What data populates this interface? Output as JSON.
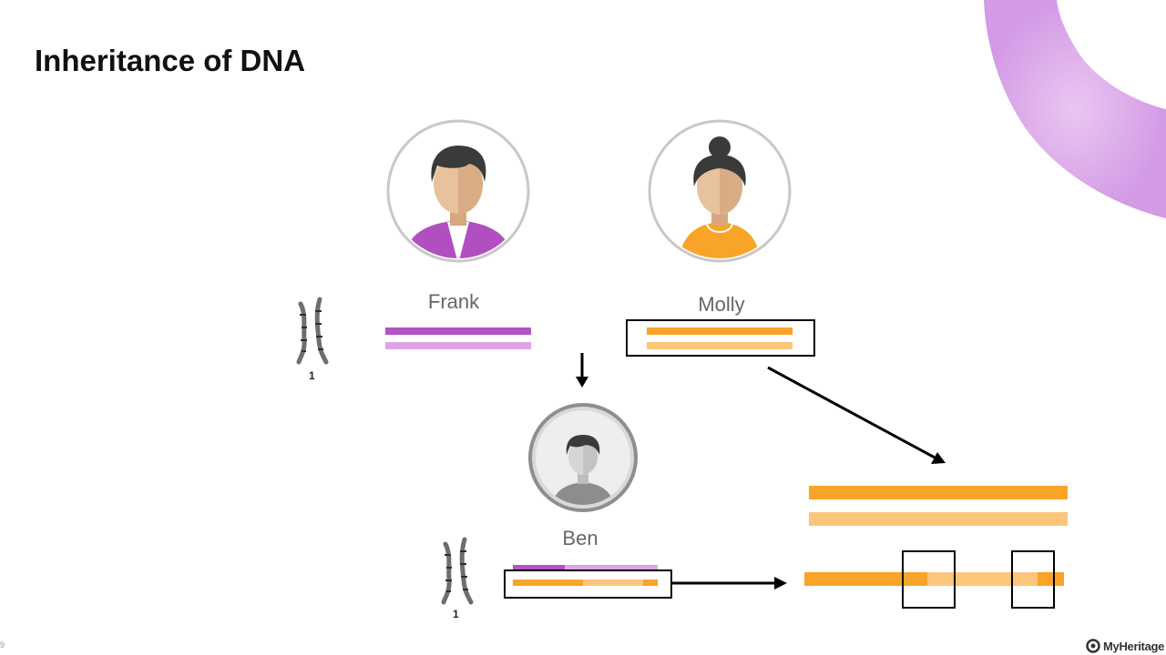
{
  "slide": {
    "title": "Inheritance of DNA",
    "page_number": "9"
  },
  "people": {
    "father": {
      "name": "Frank"
    },
    "mother": {
      "name": "Molly"
    },
    "child": {
      "name": "Ben"
    }
  },
  "chromosome": {
    "label_top": "1",
    "label_bottom": "1"
  },
  "branding": {
    "logo_text": "MyHeritage"
  },
  "colors": {
    "purple_dark": "#b453c4",
    "purple_light": "#dea4e6",
    "orange_dark": "#f7a428",
    "orange_light": "#fbc57c",
    "accent_swirl": "#d69ae8"
  }
}
